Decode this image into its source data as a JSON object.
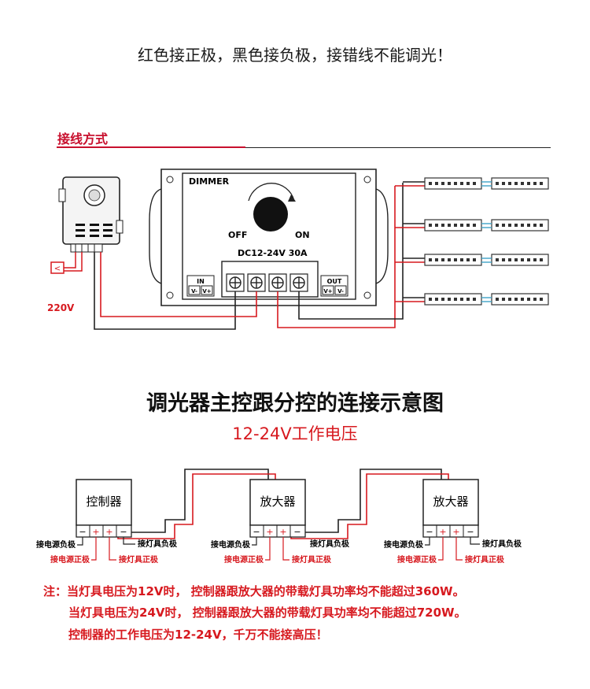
{
  "header_note": "红色接正极，黑色接负极，接错线不能调光！",
  "wiring": {
    "title": "接线方式",
    "dimmer_label": "DIMMER",
    "off_label": "OFF",
    "on_label": "ON",
    "rating_label": "DC12-24V 30A",
    "in_label": "IN",
    "out_label": "OUT",
    "in_terminals": [
      "V-",
      "V+"
    ],
    "out_terminals": [
      "V+",
      "V-"
    ],
    "ac_voltage": "220V",
    "colors": {
      "positive": "#d7191f",
      "negative": "#222222",
      "strip_link": "#3da3c8"
    }
  },
  "amplifier": {
    "title": "调光器主控跟分控的连接示意图",
    "subtitle": "12-24V工作电压",
    "controller_label": "控制器",
    "amplifier_label": "放大器",
    "power_neg": "接电源负极",
    "power_pos": "接电源正极",
    "lamp_neg": "接灯具负极",
    "lamp_pos": "接灯具正极"
  },
  "notes": {
    "line1": "注：当灯具电压为12V时， 控制器跟放大器的带载灯具功率均不能超过360W。",
    "line2": "当灯具电压为24V时， 控制器跟放大器的带载灯具功率均不能超过720W。",
    "line3": "控制器的工作电压为12-24V，千万不能接高压！"
  }
}
